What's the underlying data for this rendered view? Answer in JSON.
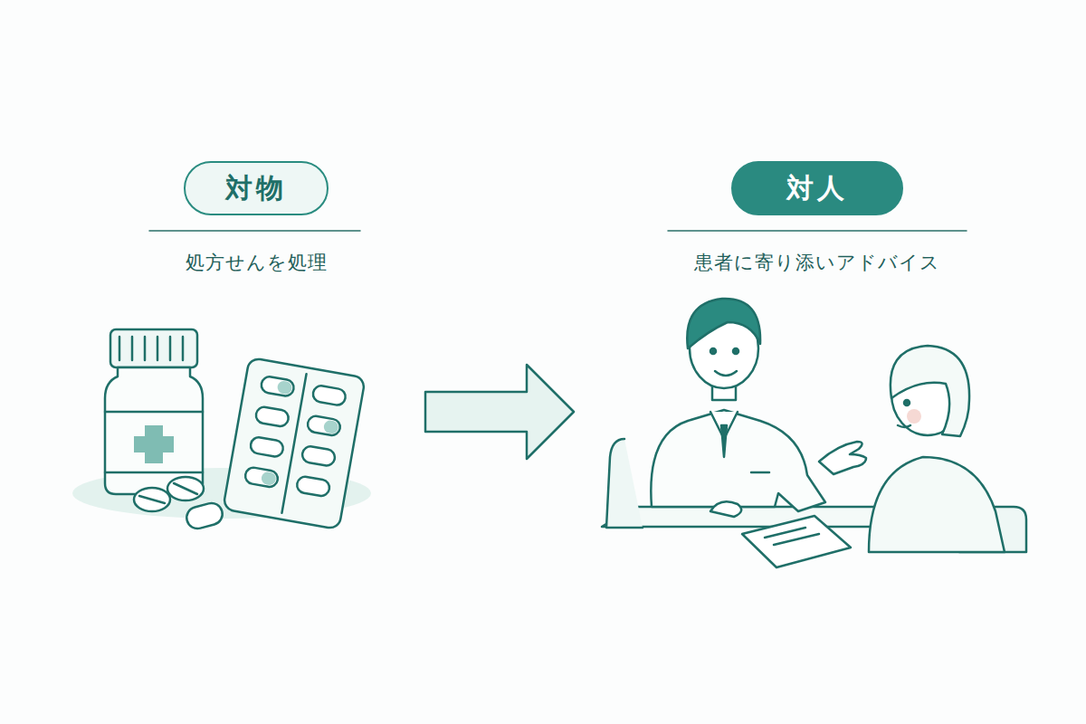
{
  "diagram": {
    "nodes": [
      {
        "text": [
          "対物"
        ]
      },
      {
        "text": [
          "対人"
        ]
      }
    ],
    "labels": [
      "処方せんを処理",
      "患者に寄り添いアドバイス"
    ]
  }
}
